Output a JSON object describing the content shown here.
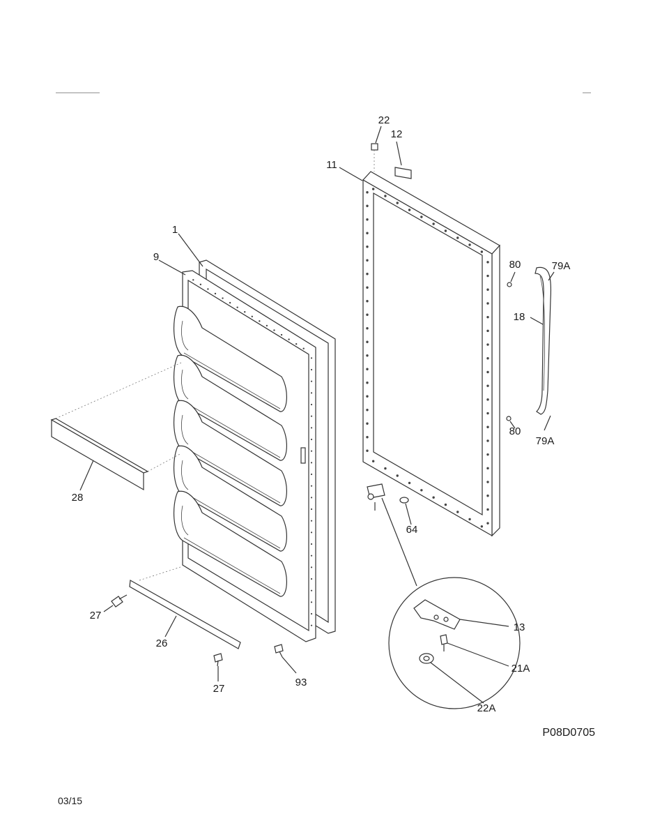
{
  "diagram": {
    "callouts": {
      "c1": "1",
      "c9": "9",
      "c11": "11",
      "c12": "12",
      "c22": "22",
      "c80a": "80",
      "c79a_top": "79A",
      "c18": "18",
      "c80b": "80",
      "c79a_bottom": "79A",
      "c28": "28",
      "c64": "64",
      "c13": "13",
      "c21a": "21A",
      "c22a": "22A",
      "c27a": "27",
      "c26": "26",
      "c27b": "27",
      "c93": "93"
    },
    "diagram_code": "P08D0705",
    "date_code": "03/15"
  }
}
